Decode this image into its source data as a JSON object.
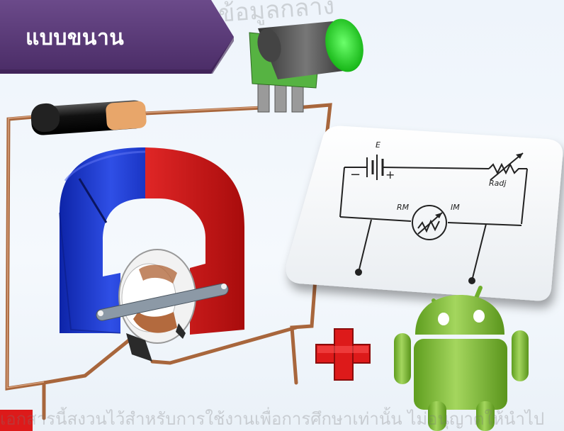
{
  "title": "แบบขนาน",
  "watermark_top": "ข้อมูลกลาง",
  "watermark_bottom": "เอกสารนี้สงวนไว้สำหรับการใช้งานเพื่อการศึกษาเท่านั้น ไม่อนุญาตให้นำไป",
  "schematic": {
    "battery_label": "E",
    "minus_sign": "−",
    "plus_sign": "+",
    "resistor_label": "Radj",
    "meter_resistance_label": "RM",
    "meter_current_label": "IM"
  },
  "colors": {
    "banner": "#5b3a78",
    "magnet_north": "#1f3fd0",
    "magnet_south": "#d01818",
    "wire": "#a8663c",
    "android_green": "#8cc63f",
    "plus_red": "#dd1a1a"
  },
  "icons": [
    "android-robot-icon",
    "red-plus-icon",
    "red-minus-icon"
  ]
}
